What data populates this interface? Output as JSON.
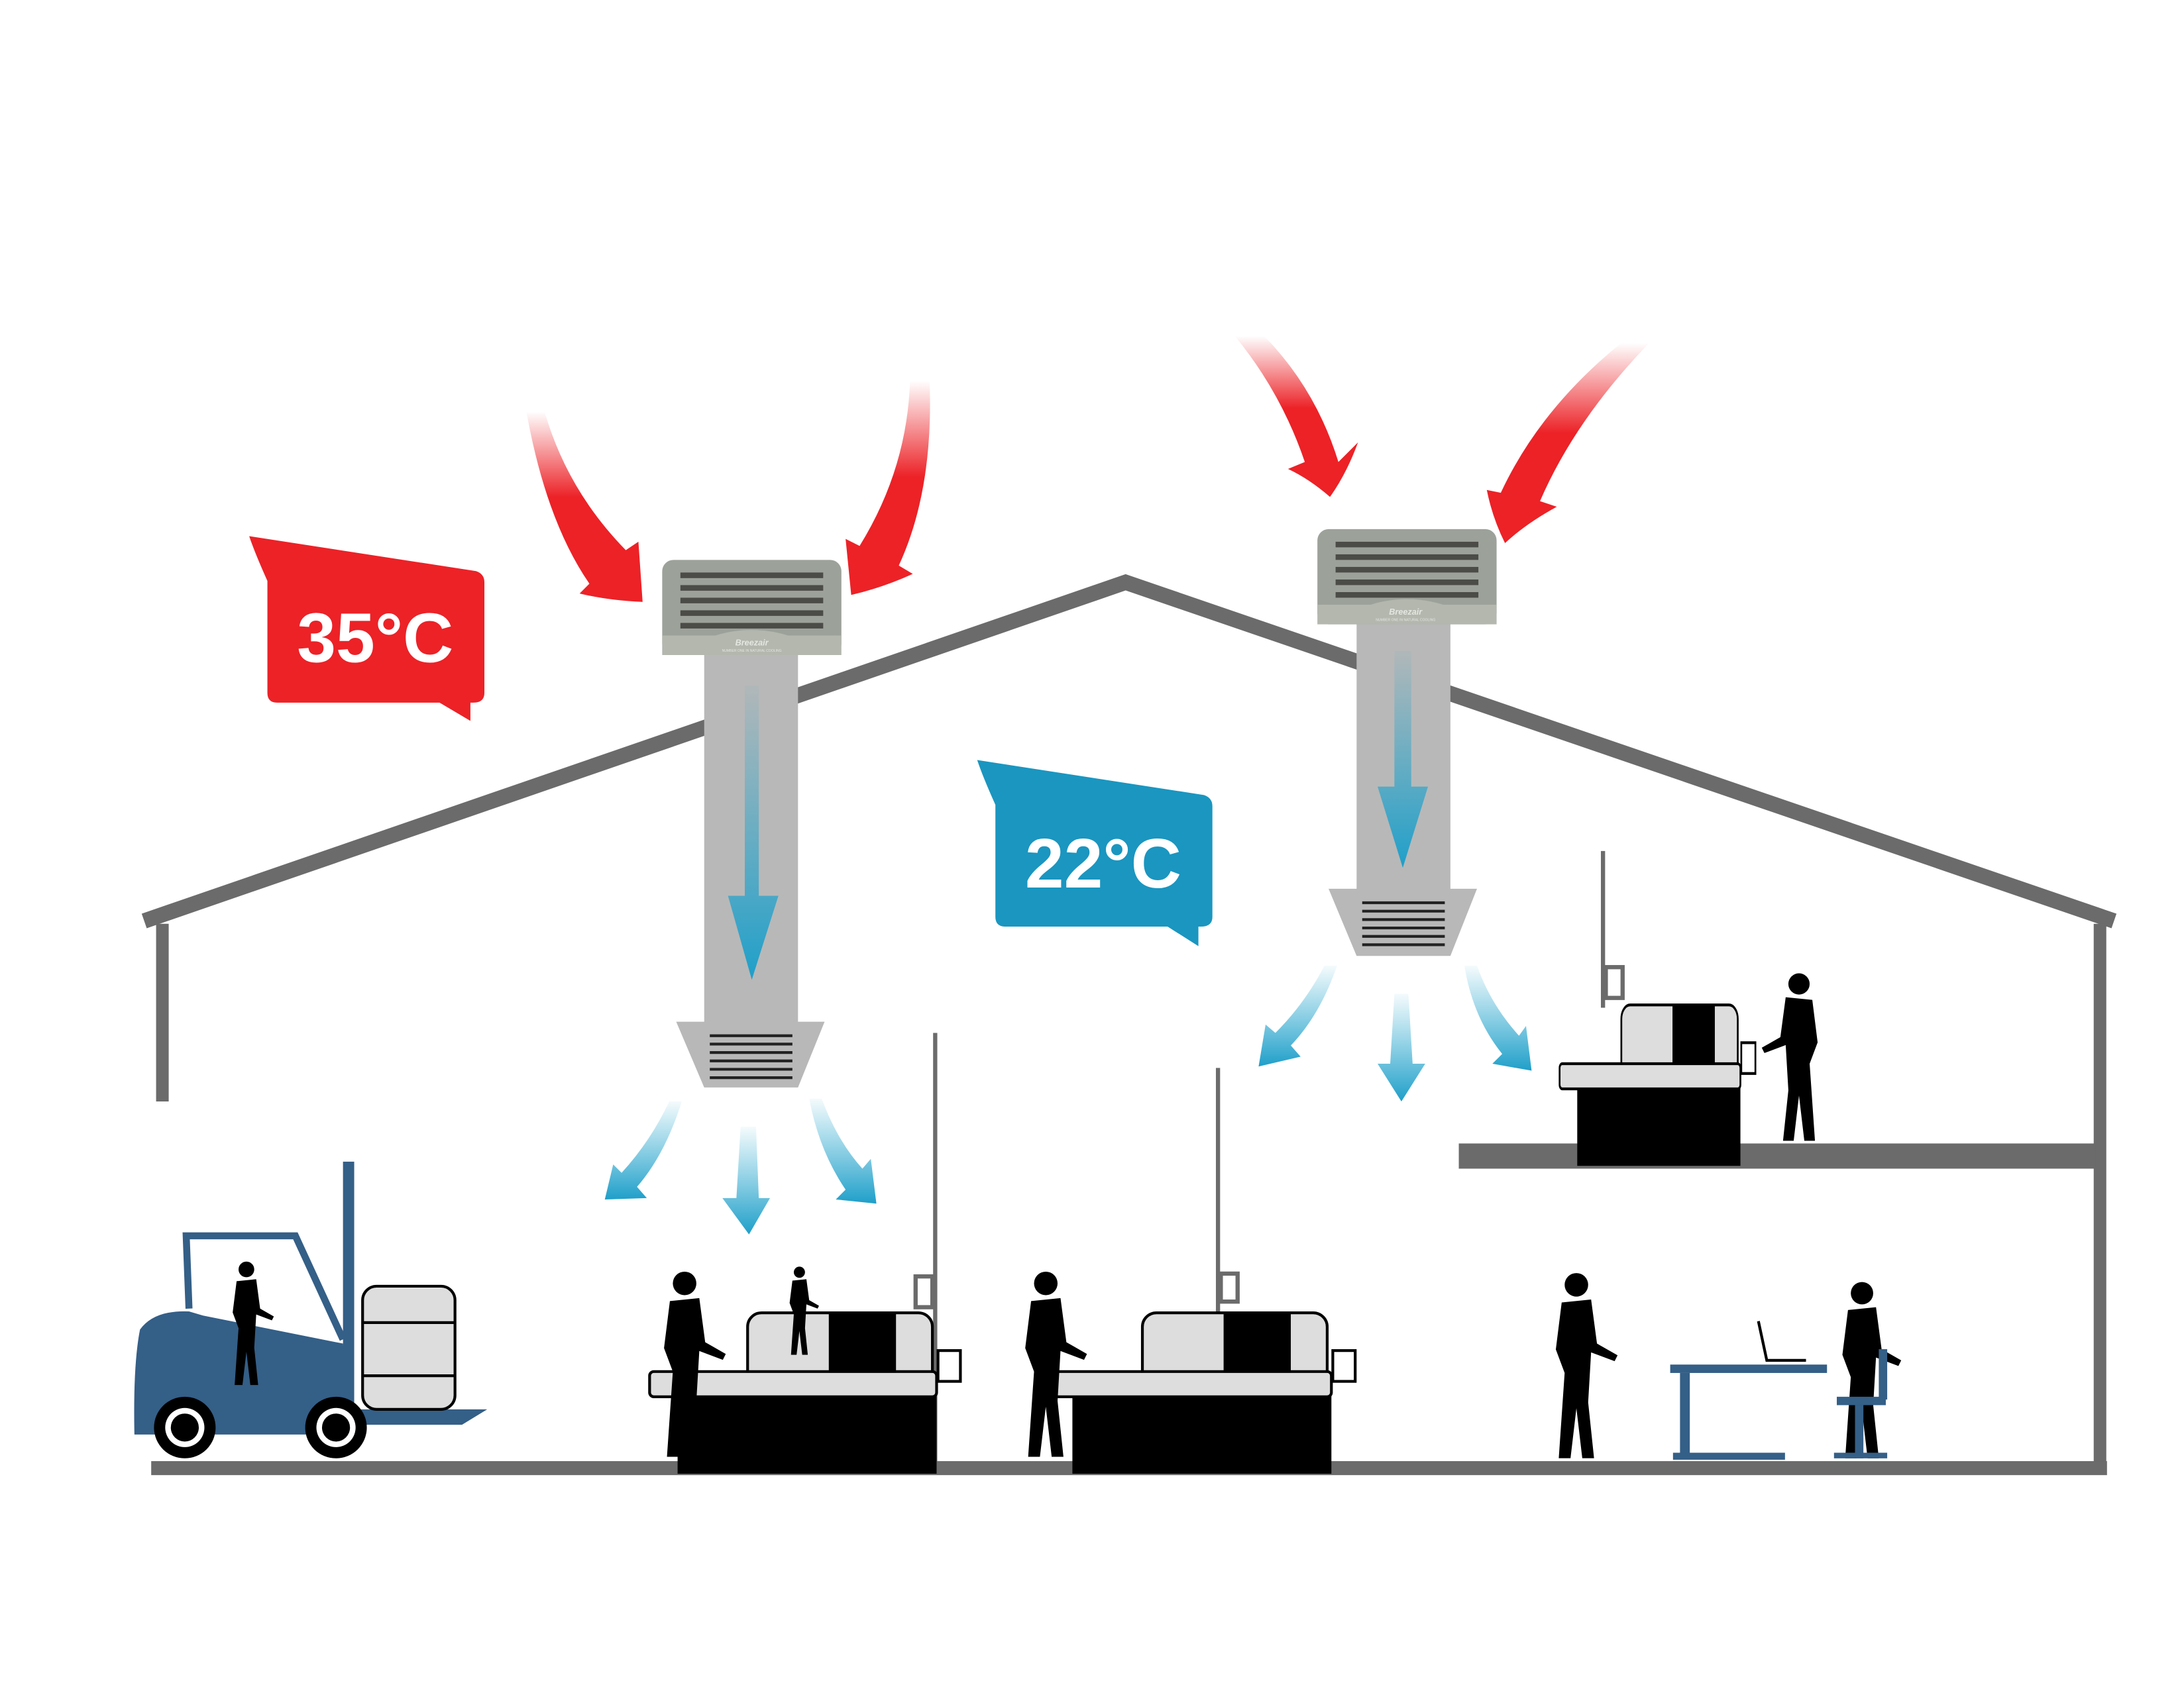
{
  "outside_temperature": {
    "label": "35°C",
    "color": "#ec2227"
  },
  "inside_temperature": {
    "label": "22°C",
    "color": "#1a96c0"
  },
  "coolers": [
    {
      "brand": "Breezair",
      "tagline": "NUMBER ONE IN NATURAL COOLING"
    },
    {
      "brand": "Breezair",
      "tagline": "NUMBER ONE IN NATURAL COOLING"
    }
  ],
  "colors": {
    "building": "#6b6b6b",
    "duct": "#b8b8b8",
    "cooler": "#9ca29a",
    "hot_air": "#ec2227",
    "cool_air": "#28a8cf",
    "vehicle": "#345f87"
  }
}
